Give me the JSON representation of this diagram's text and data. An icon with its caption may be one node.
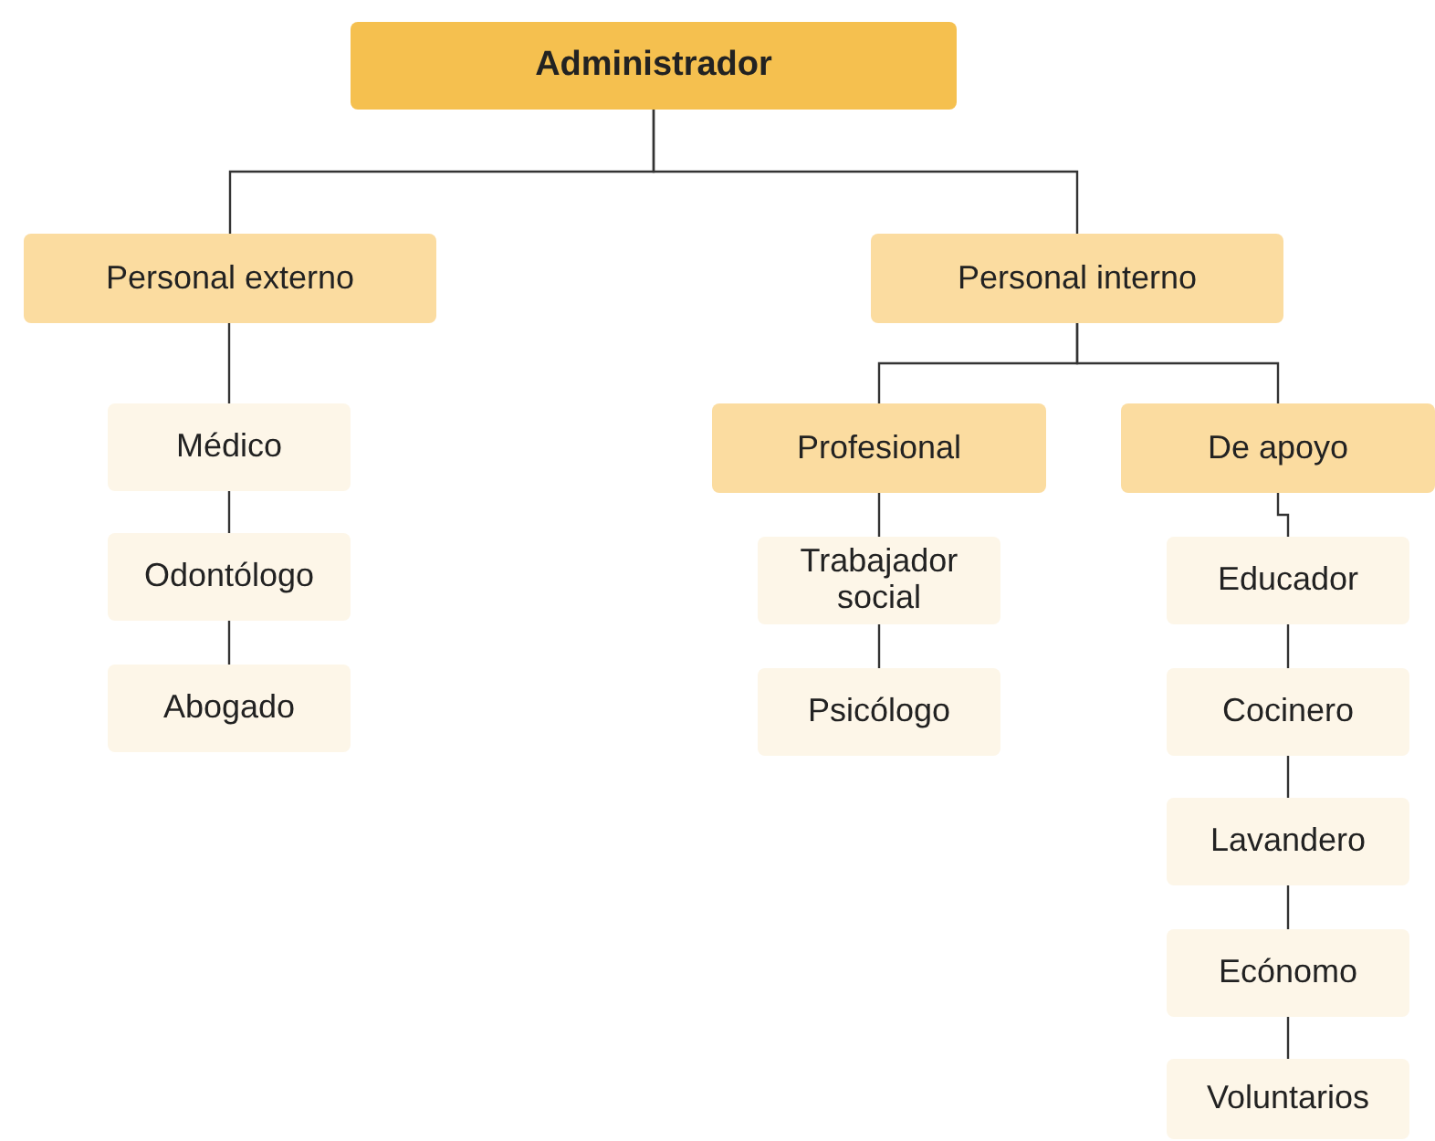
{
  "diagram": {
    "nodes": [
      {
        "text": [
          "Administrador"
        ]
      },
      {
        "text": [
          "Personal externo"
        ]
      },
      {
        "text": [
          "Personal interno"
        ]
      },
      {
        "text": [
          "Médico"
        ]
      },
      {
        "text": [
          "Odontólogo"
        ]
      },
      {
        "text": [
          "Abogado"
        ]
      },
      {
        "text": [
          "Profesional"
        ]
      },
      {
        "text": [
          "De apoyo"
        ]
      },
      {
        "text": [
          "Trabajador social"
        ]
      },
      {
        "text": [
          "Psicólogo"
        ]
      },
      {
        "text": [
          "Educador"
        ]
      },
      {
        "text": [
          "Cocinero"
        ]
      },
      {
        "text": [
          "Lavandero"
        ]
      },
      {
        "text": [
          "Ecónomo"
        ]
      },
      {
        "text": [
          "Voluntarios"
        ]
      }
    ],
    "edges": [
      {
        "from": 0,
        "to": 1,
        "arrow": "none"
      },
      {
        "from": 0,
        "to": 2,
        "arrow": "none"
      },
      {
        "from": 1,
        "to": 3,
        "arrow": "none"
      },
      {
        "from": 3,
        "to": 4,
        "arrow": "none"
      },
      {
        "from": 4,
        "to": 5,
        "arrow": "none"
      },
      {
        "from": 2,
        "to": 6,
        "arrow": "none"
      },
      {
        "from": 2,
        "to": 7,
        "arrow": "none"
      },
      {
        "from": 6,
        "to": 8,
        "arrow": "none"
      },
      {
        "from": 8,
        "to": 9,
        "arrow": "none"
      },
      {
        "from": 7,
        "to": 10,
        "arrow": "none"
      },
      {
        "from": 10,
        "to": 11,
        "arrow": "none"
      },
      {
        "from": 11,
        "to": 12,
        "arrow": "none"
      },
      {
        "from": 12,
        "to": 13,
        "arrow": "none"
      },
      {
        "from": 13,
        "to": 14,
        "arrow": "none"
      }
    ]
  }
}
